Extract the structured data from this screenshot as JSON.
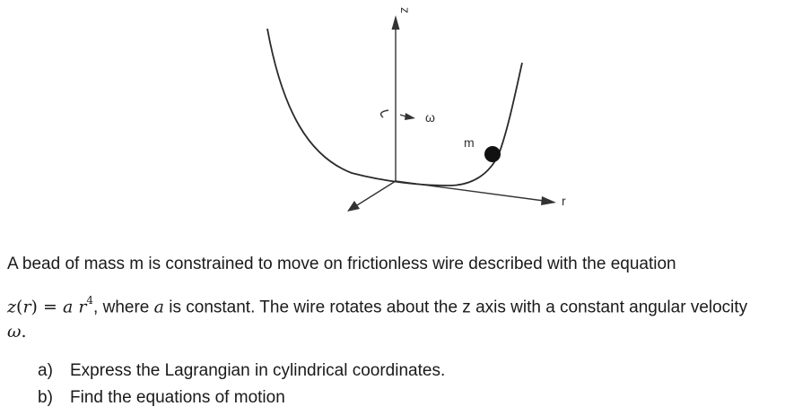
{
  "figure": {
    "z_axis_label": "z",
    "r_axis_label": "r",
    "omega_label": "ω",
    "mass_label": "m"
  },
  "problem": {
    "line1": "A bead of mass m is constrained to move on frictionless wire described with the equation",
    "eq_z": "z",
    "eq_paren_open": "(",
    "eq_r": "r",
    "eq_paren_close": ")",
    "eq_equals": " = ",
    "eq_a": "a",
    "eq_r2": " r",
    "eq_exp": "4",
    "line2_mid": ", where ",
    "line2_a": "a",
    "line2_rest": " is constant. The wire rotates about the z axis with a constant angular velocity",
    "line3_omega": "ω",
    "line3_end": "."
  },
  "parts": [
    {
      "label": "a)",
      "text": "Express the Lagrangian in cylindrical coordinates."
    },
    {
      "label": "b)",
      "text": "Find the equations of motion"
    }
  ]
}
